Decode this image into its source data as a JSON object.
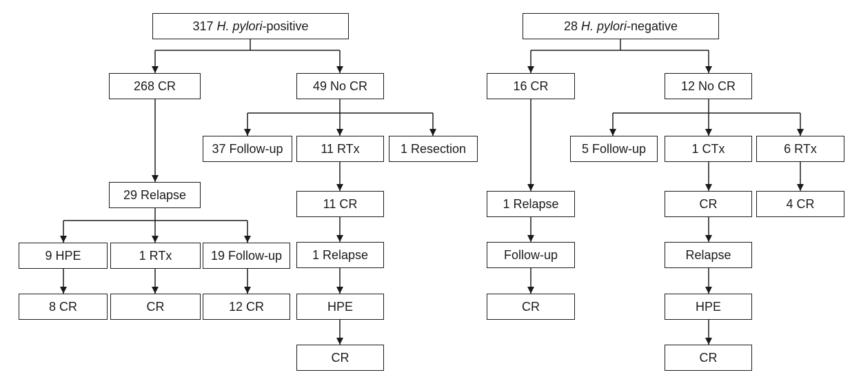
{
  "nodes": {
    "hp_pos": {
      "count": "317",
      "species": "H. pylori",
      "status": "-positive"
    },
    "hp_neg": {
      "count": "28",
      "species": "H. pylori",
      "status": "-negative"
    },
    "p_cr": "268 CR",
    "p_nocr": "49 No CR",
    "p_relapse": "29 Relapse",
    "p_hpe9": "9 HPE",
    "p_rtx1": "1 RTx",
    "p_fu19": "19 Follow-up",
    "p_cr8": "8 CR",
    "p_cr_a": "CR",
    "p_cr12": "12 CR",
    "p_fu37": "37 Follow-up",
    "p_rtx11": "11 RTx",
    "p_resect": "1 Resection",
    "p_cr11": "11 CR",
    "p_relapse1": "1 Relapse",
    "p_hpe": "HPE",
    "p_cr_b": "CR",
    "n_cr16": "16 CR",
    "n_nocr12": "12 No CR",
    "n_relapse1": "1 Relapse",
    "n_fu": "Follow-up",
    "n_cr_a": "CR",
    "n_fu5": "5 Follow-up",
    "n_ctx1": "1 CTx",
    "n_rtx6": "6 RTx",
    "n_cr_b": "CR",
    "n_cr4": "4 CR",
    "n_relapse": "Relapse",
    "n_hpe": "HPE",
    "n_cr_c": "CR"
  }
}
